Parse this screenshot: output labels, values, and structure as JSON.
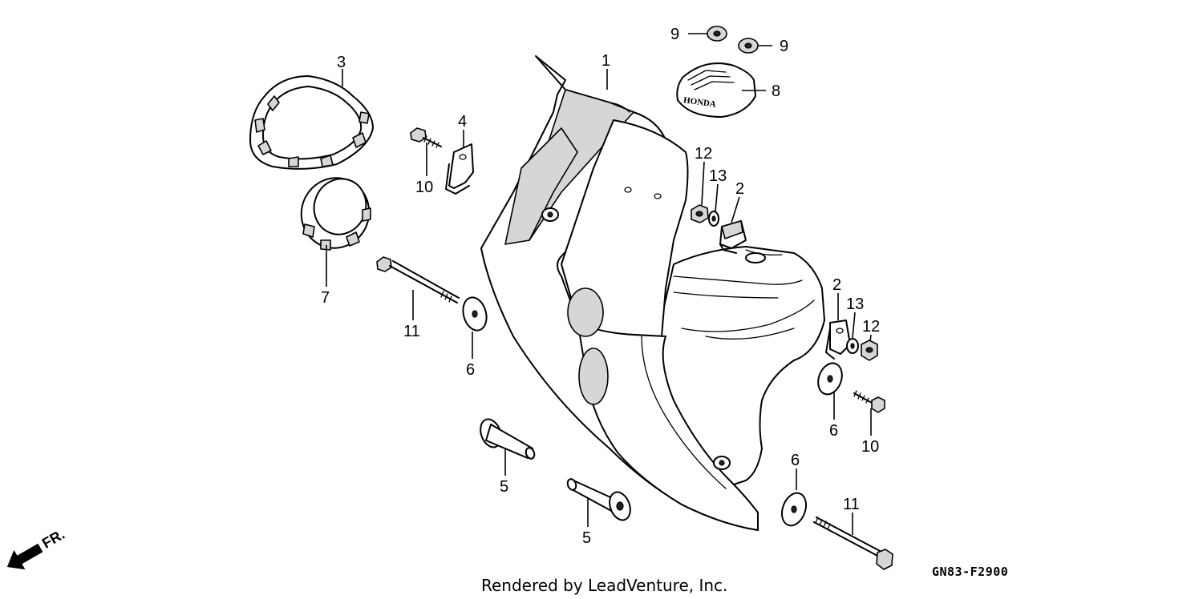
{
  "diagram": {
    "diagram_code": "GN83-F2900",
    "credit": "Rendered by LeadVenture, Inc.",
    "direction_label": "FR.",
    "emblem_text": "HONDA",
    "callouts": {
      "c1": "1",
      "c2a": "2",
      "c2b": "2",
      "c3": "3",
      "c4": "4",
      "c5a": "5",
      "c5b": "5",
      "c6a": "6",
      "c6b": "6",
      "c6c": "6",
      "c7": "7",
      "c8": "8",
      "c9a": "9",
      "c9b": "9",
      "c10a": "10",
      "c10b": "10",
      "c11a": "11",
      "c11b": "11",
      "c12a": "12",
      "c12b": "12",
      "c13a": "13",
      "c13b": "13"
    }
  }
}
